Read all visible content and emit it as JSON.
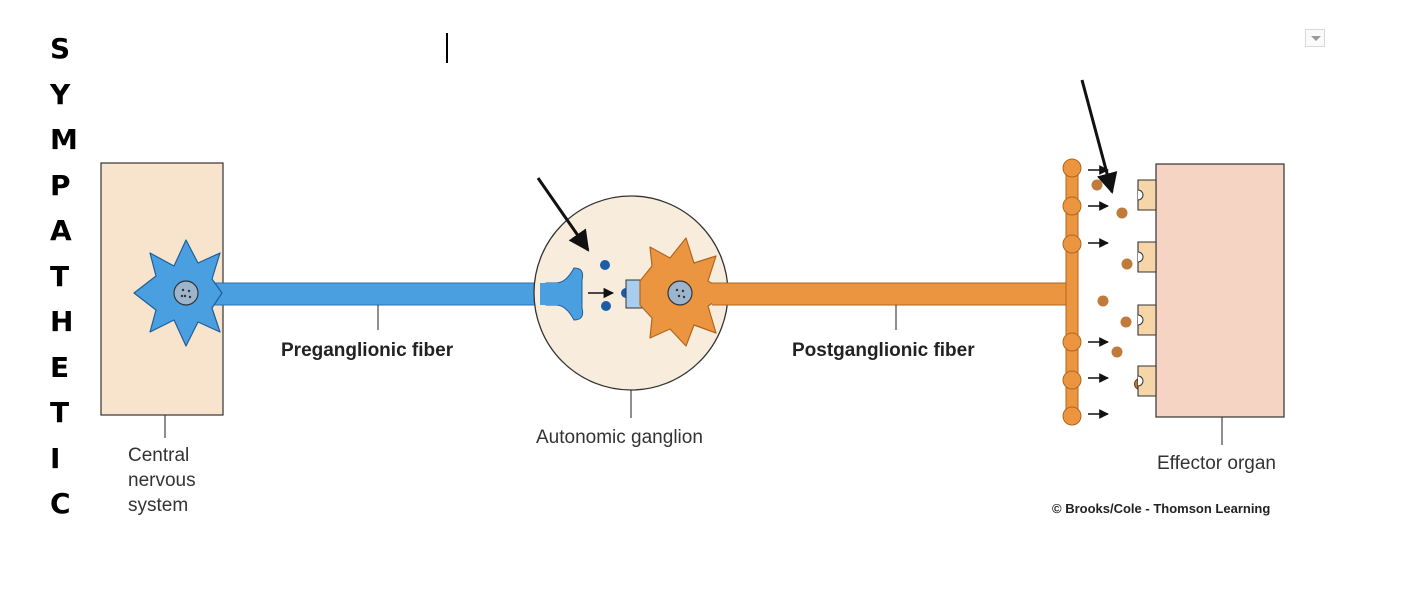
{
  "page": {
    "vertical_letters": [
      "S",
      "Y",
      "M",
      "P",
      "A",
      "T",
      "H",
      "E",
      "T",
      "I",
      "C"
    ]
  },
  "diagram": {
    "labels": {
      "preganglionic": "Preganglionic fiber",
      "postganglionic": "Postganglionic fiber",
      "ganglion": "Autonomic ganglion",
      "cns_line1": "Central",
      "cns_line2": "nervous",
      "cns_line3": "system",
      "effector": "Effector organ",
      "copyright": "© Brooks/Cole - Thomson Learning"
    }
  },
  "colors": {
    "cns_fill": "#f8e4cc",
    "pre_neuron": "#4a9fe0",
    "post_neuron": "#ec9540",
    "ganglion_fill": "#f8ecdc",
    "effector_fill": "#f6d4c4",
    "receptor_fill": "#f6d6a8",
    "ach_dot": "#1d5da8",
    "ne_dot": "#c07a3a",
    "receptor_blue": "#a9cdee"
  },
  "icons": {
    "dropdown": "chevron-down-icon"
  }
}
